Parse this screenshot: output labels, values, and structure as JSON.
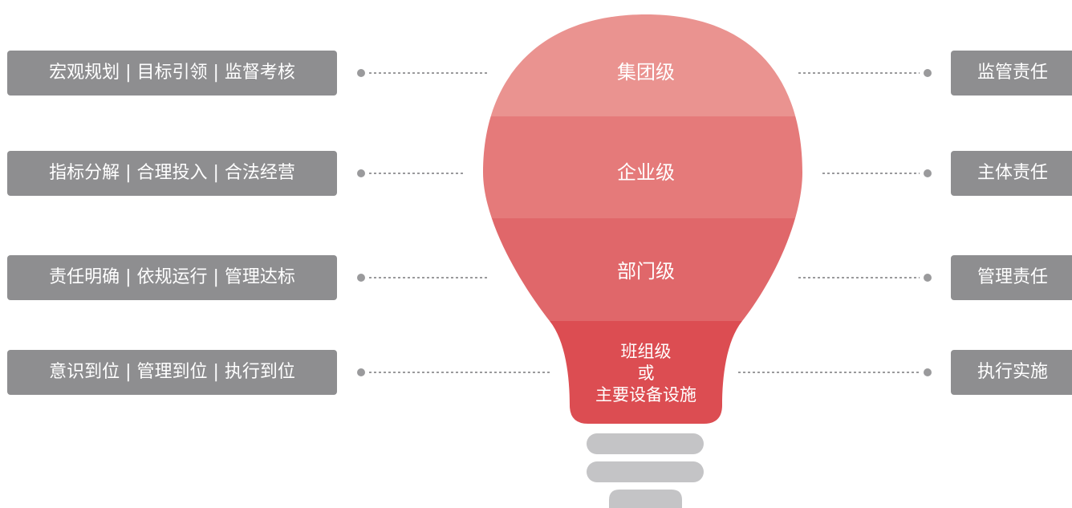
{
  "levels": [
    {
      "name": "集团级",
      "color": "#EA9390"
    },
    {
      "name": "企业级",
      "color": "#E57A7A"
    },
    {
      "name": "部门级",
      "color": "#E0676A"
    },
    {
      "name": "班组级",
      "name2": "或",
      "name3": "主要设备设施",
      "color": "#DC4D52"
    }
  ],
  "left_items": [
    "宏观规划 | 目标引领 | 监督考核",
    "指标分解 | 合理投入 | 合法经营",
    "责任明确 | 依规运行 | 管理达标",
    "意识到位 | 管理到位 | 执行到位"
  ],
  "right_items": [
    "监管责任",
    "主体责任",
    "管理责任",
    "执行实施"
  ],
  "colors": {
    "box": "#8E8E90",
    "connector": "#9A9A9C",
    "base": "#C4C4C6"
  }
}
